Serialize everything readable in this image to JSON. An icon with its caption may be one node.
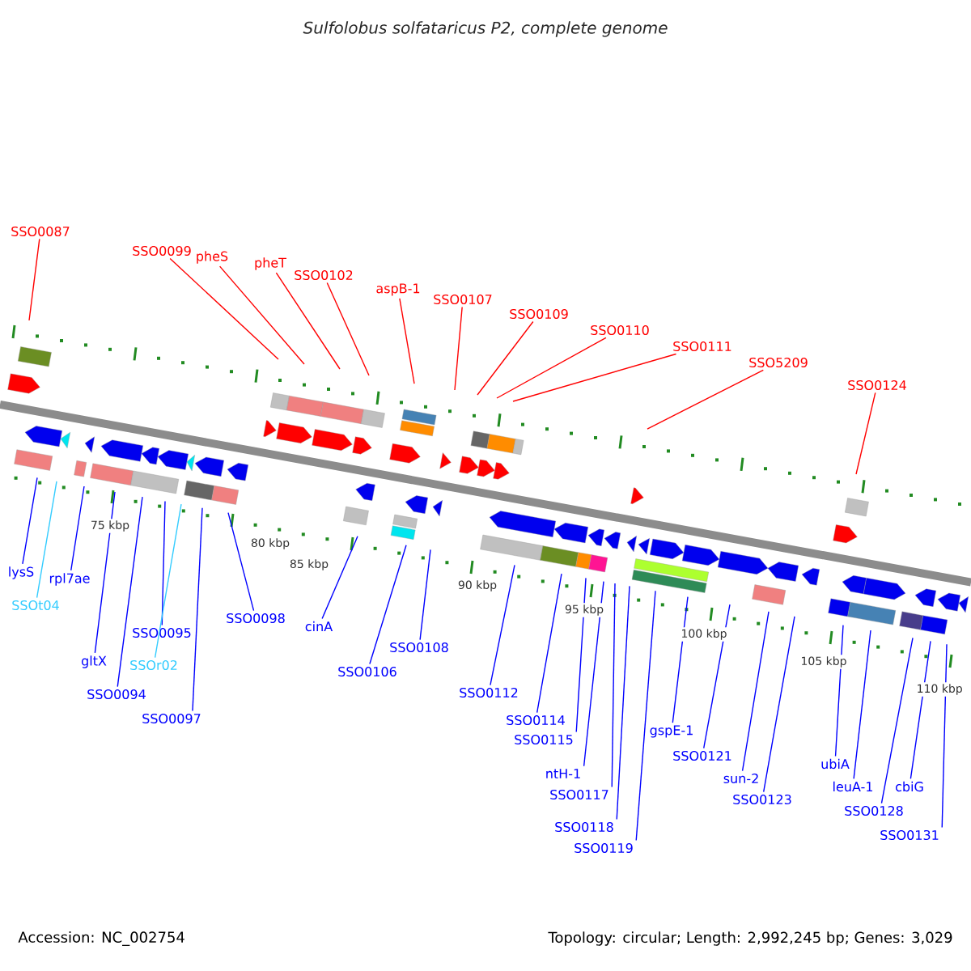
{
  "diagram": {
    "title": "Sulfolobus solfataricus P2, complete genome",
    "nodes": [
      {
        "text": [
          "SSO0087"
        ]
      },
      {
        "text": [
          "SSO0099"
        ]
      },
      {
        "text": [
          "pheS"
        ]
      },
      {
        "text": [
          "pheT"
        ]
      },
      {
        "text": [
          "SSO0102"
        ]
      },
      {
        "text": [
          "aspB-1"
        ]
      },
      {
        "text": [
          "SSO0107"
        ]
      },
      {
        "text": [
          "SSO0109"
        ]
      },
      {
        "text": [
          "SSO0110"
        ]
      },
      {
        "text": [
          "SSO0111"
        ]
      },
      {
        "text": [
          "SSO5209"
        ]
      },
      {
        "text": [
          "SSO0124"
        ]
      },
      {
        "text": [
          "lysS"
        ]
      },
      {
        "text": [
          "SSOt04"
        ]
      },
      {
        "text": [
          "rpl7ae"
        ]
      },
      {
        "text": [
          "gltX"
        ]
      },
      {
        "text": [
          "SSO0094"
        ]
      },
      {
        "text": [
          "SSO0095"
        ]
      },
      {
        "text": [
          "SSOr02"
        ]
      },
      {
        "text": [
          "SSO0097"
        ]
      },
      {
        "text": [
          "SSO0098"
        ]
      },
      {
        "text": [
          "cinA"
        ]
      },
      {
        "text": [
          "SSO0106"
        ]
      },
      {
        "text": [
          "SSO0108"
        ]
      },
      {
        "text": [
          "SSO0112"
        ]
      },
      {
        "text": [
          "SSO0114"
        ]
      },
      {
        "text": [
          "SSO0115"
        ]
      },
      {
        "text": [
          "ntH-1"
        ]
      },
      {
        "text": [
          "SSO0117"
        ]
      },
      {
        "text": [
          "SSO0118"
        ]
      },
      {
        "text": [
          "SSO0119"
        ]
      },
      {
        "text": [
          "gspE-1"
        ]
      },
      {
        "text": [
          "SSO0121"
        ]
      },
      {
        "text": [
          "sun-2"
        ]
      },
      {
        "text": [
          "SSO0123"
        ]
      },
      {
        "text": [
          "ubiA"
        ]
      },
      {
        "text": [
          "leuA-1"
        ]
      },
      {
        "text": [
          "SSO0128"
        ]
      },
      {
        "text": [
          "cbiG"
        ]
      },
      {
        "text": [
          "SSO0131"
        ]
      }
    ],
    "edges": [
      {
        "from": 0,
        "to": null,
        "arrow": "none",
        "color": "#ff0000"
      },
      {
        "from": 1,
        "to": null,
        "arrow": "none",
        "color": "#ff0000"
      },
      {
        "from": 2,
        "to": null,
        "arrow": "none",
        "color": "#ff0000"
      },
      {
        "from": 3,
        "to": null,
        "arrow": "none",
        "color": "#ff0000"
      },
      {
        "from": 4,
        "to": null,
        "arrow": "none",
        "color": "#ff0000"
      },
      {
        "from": 5,
        "to": null,
        "arrow": "none",
        "color": "#ff0000"
      },
      {
        "from": 6,
        "to": null,
        "arrow": "none",
        "color": "#ff0000"
      },
      {
        "from": 7,
        "to": null,
        "arrow": "none",
        "color": "#ff0000"
      },
      {
        "from": 8,
        "to": null,
        "arrow": "none",
        "color": "#ff0000"
      },
      {
        "from": 9,
        "to": null,
        "arrow": "none",
        "color": "#ff0000"
      },
      {
        "from": 10,
        "to": null,
        "arrow": "none",
        "color": "#ff0000"
      },
      {
        "from": 11,
        "to": null,
        "arrow": "none",
        "color": "#ff0000"
      },
      {
        "from": 12,
        "to": null,
        "arrow": "none"
      },
      {
        "from": 13,
        "to": null,
        "arrow": "none",
        "color": "#33ccff"
      },
      {
        "from": 14,
        "to": null,
        "arrow": "none"
      },
      {
        "from": 15,
        "to": null,
        "arrow": "none"
      },
      {
        "from": 16,
        "to": null,
        "arrow": "none"
      },
      {
        "from": 17,
        "to": null,
        "arrow": "none"
      },
      {
        "from": 18,
        "to": null,
        "arrow": "none",
        "color": "#33ccff"
      },
      {
        "from": 19,
        "to": null,
        "arrow": "none"
      },
      {
        "from": 20,
        "to": null,
        "arrow": "none"
      },
      {
        "from": 21,
        "to": null,
        "arrow": "none"
      },
      {
        "from": 22,
        "to": null,
        "arrow": "none"
      },
      {
        "from": 23,
        "to": null,
        "arrow": "none"
      },
      {
        "from": 24,
        "to": null,
        "arrow": "none"
      },
      {
        "from": 25,
        "to": null,
        "arrow": "none"
      },
      {
        "from": 26,
        "to": null,
        "arrow": "none"
      },
      {
        "from": 27,
        "to": null,
        "arrow": "none"
      },
      {
        "from": 28,
        "to": null,
        "arrow": "none"
      },
      {
        "from": 29,
        "to": null,
        "arrow": "none"
      },
      {
        "from": 30,
        "to": null,
        "arrow": "none"
      },
      {
        "from": 31,
        "to": null,
        "arrow": "none"
      },
      {
        "from": 32,
        "to": null,
        "arrow": "none"
      },
      {
        "from": 33,
        "to": null,
        "arrow": "none"
      },
      {
        "from": 34,
        "to": null,
        "arrow": "none"
      },
      {
        "from": 35,
        "to": null,
        "arrow": "none"
      },
      {
        "from": 36,
        "to": null,
        "arrow": "none"
      },
      {
        "from": 37,
        "to": null,
        "arrow": "none"
      },
      {
        "from": 38,
        "to": null,
        "arrow": "none"
      },
      {
        "from": 39,
        "to": null,
        "arrow": "none"
      }
    ],
    "labels": [
      "75 kbp",
      "80 kbp",
      "85 kbp",
      "90 kbp",
      "95 kbp",
      "100 kbp",
      "105 kbp",
      "110 kbp",
      "Accession: NC_002754",
      "Topology: circular; Length: 2,992,245 bp; Genes: 3,029"
    ]
  }
}
